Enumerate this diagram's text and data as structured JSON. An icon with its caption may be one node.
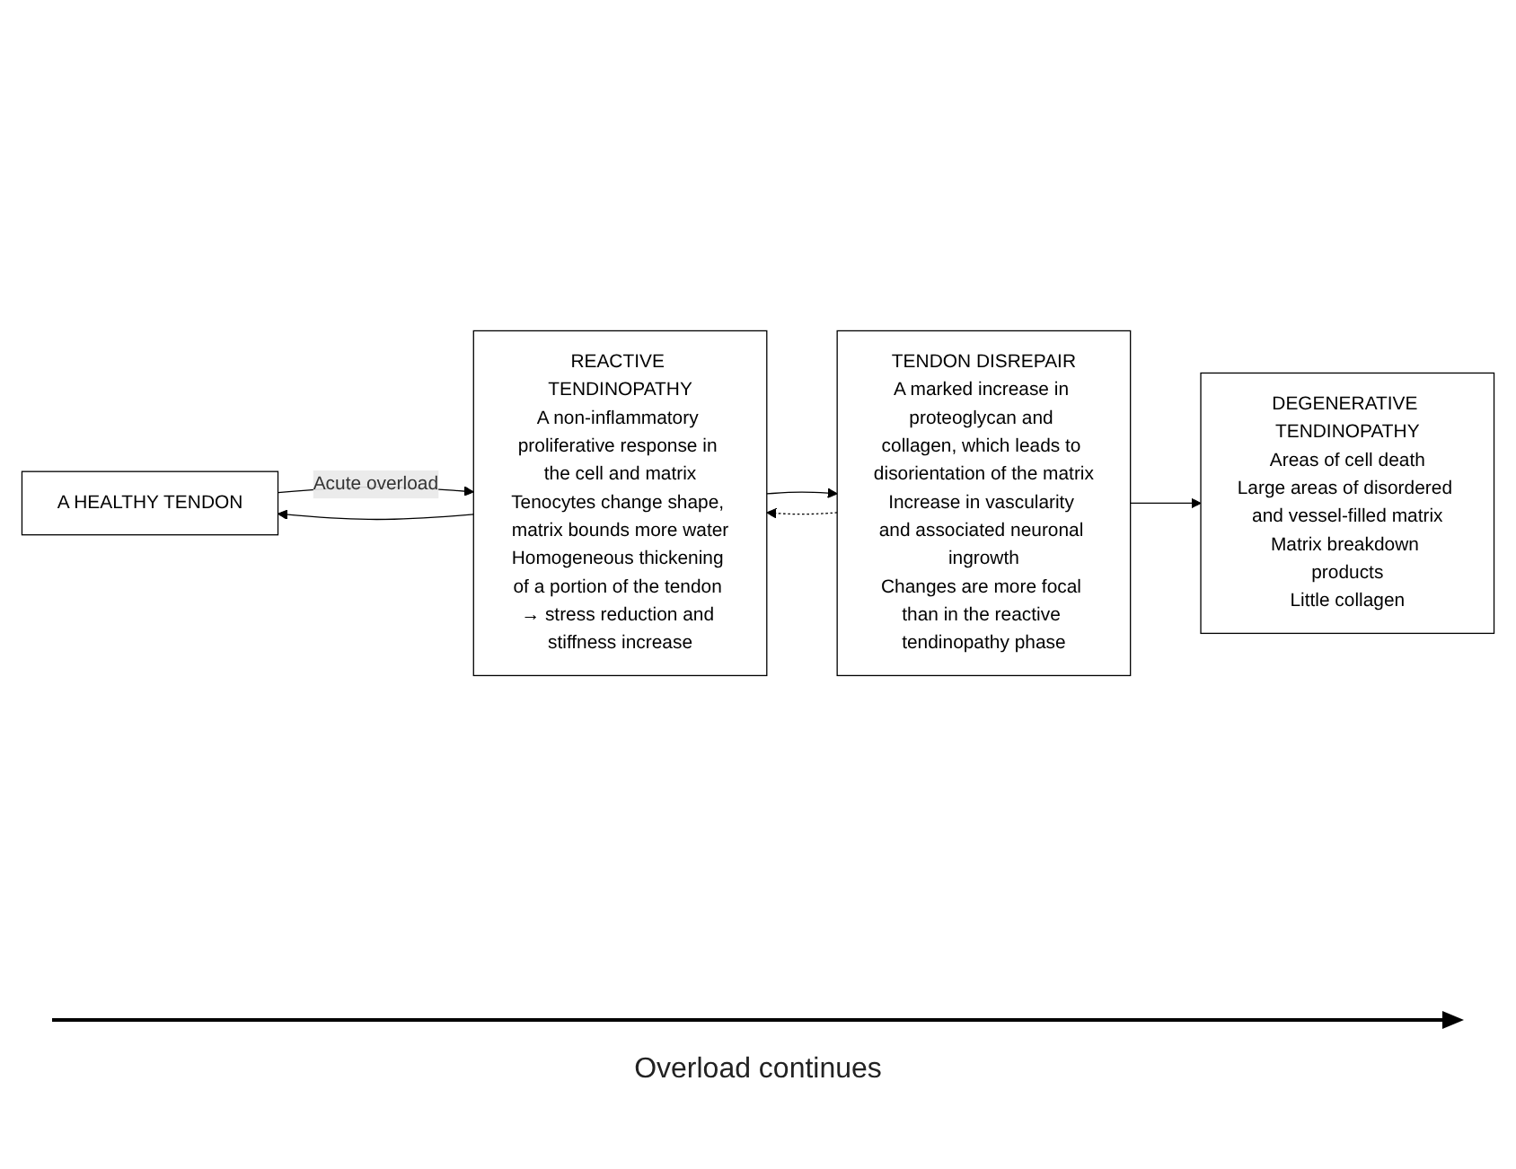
{
  "diagram": {
    "nodes": [
      {
        "text": [
          "A HEALTHY TENDON"
        ]
      },
      {
        "text": [
          "REACTIVE TENDINOPATHY",
          "A non-inflammatory proliferative response in the cell and matrix",
          "Tenocytes change shape, matrix bounds more water",
          "Homogeneous thickening of a portion of the tendon → stress reduction and stiffness increase"
        ]
      },
      {
        "text": [
          "TENDON DISREPAIR",
          "A marked increase in proteoglycan and collagen, which leads to disorientation of the matrix",
          "Increase in vascularity and associated neuronal ingrowth",
          "Changes are more focal than in the reactive tendinopathy phase"
        ]
      },
      {
        "text": [
          "DEGENERATIVE TENDINOPATHY",
          "Areas of cell death",
          "Large areas of disordered and vessel-filled matrix",
          "Matrix breakdown products",
          "Little collagen"
        ]
      }
    ],
    "edges": [
      {
        "from": 0,
        "to": 1,
        "arrow": "to",
        "label": "Acute overload"
      },
      {
        "from": 1,
        "to": 0,
        "arrow": "to"
      },
      {
        "from": 1,
        "to": 2,
        "arrow": "to"
      },
      {
        "from": 2,
        "to": 1,
        "arrow": "to",
        "style": "dashed"
      },
      {
        "from": 2,
        "to": 3,
        "arrow": "to"
      }
    ],
    "labels": [
      "Overload continues"
    ]
  }
}
